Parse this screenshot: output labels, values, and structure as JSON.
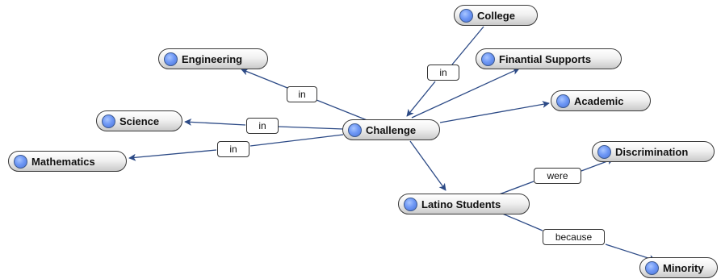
{
  "nodes": {
    "college": "College",
    "engineering": "Engineering",
    "financial": "Finantial Supports",
    "academic": "Academic",
    "science": "Science",
    "challenge": "Challenge",
    "mathematics": "Mathematics",
    "discrimination": "Discrimination",
    "latino": "Latino Students",
    "minority": "Minority"
  },
  "links": {
    "college_in": "in",
    "engineering_in": "in",
    "science_in": "in",
    "mathematics_in": "in",
    "were": "were",
    "because": "because"
  },
  "colors": {
    "line": "#2c4a86",
    "node_dot": "#6f98f5"
  }
}
